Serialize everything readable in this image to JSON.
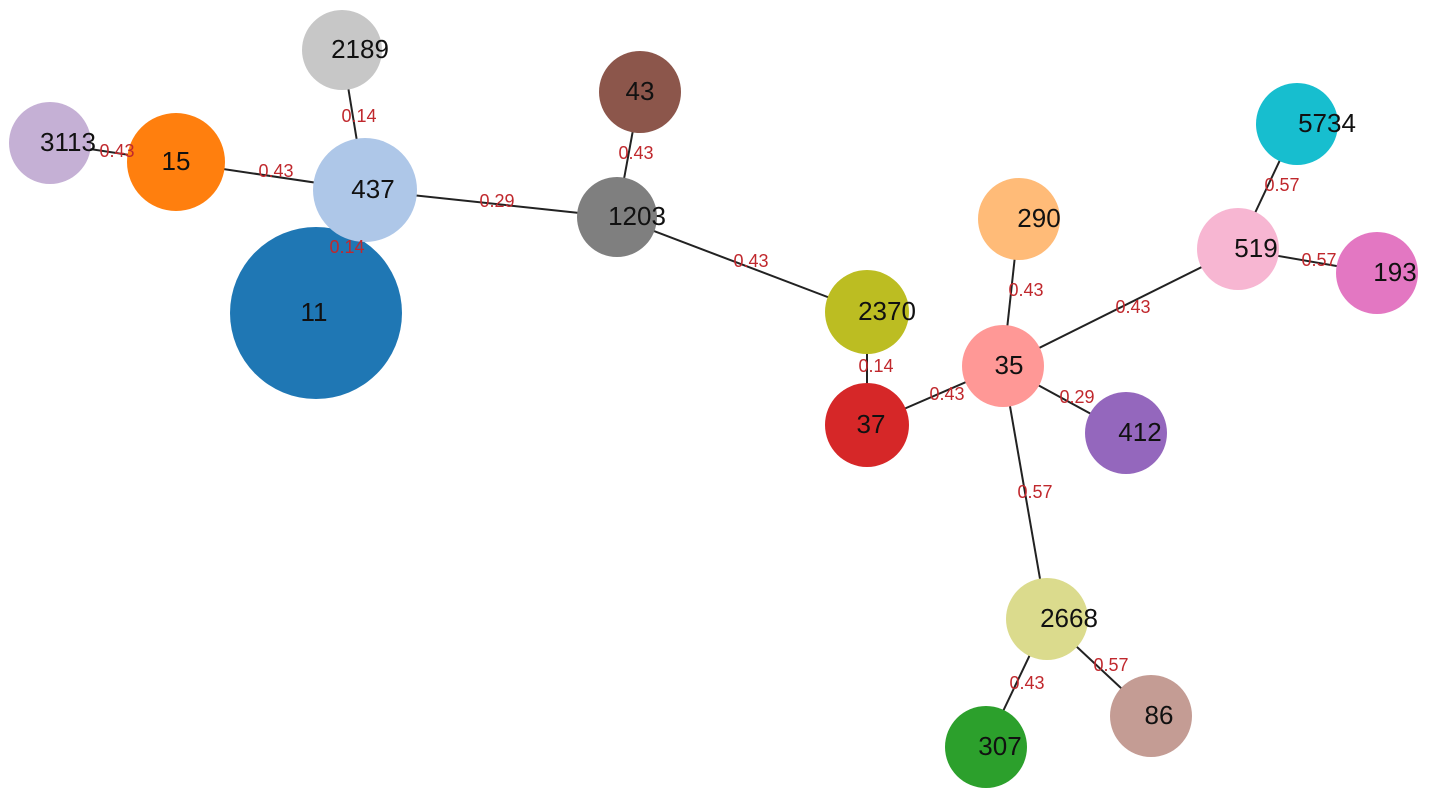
{
  "nodes": [
    {
      "id": "11",
      "label": "11",
      "color": "#1f77b4"
    },
    {
      "id": "437",
      "label": "437",
      "color": "#aec7e8"
    },
    {
      "id": "2189",
      "label": "2189",
      "color": "#c7c7c7"
    },
    {
      "id": "15",
      "label": "15",
      "color": "#ff7f0e"
    },
    {
      "id": "3113",
      "label": "3113",
      "color": "#c5b0d5"
    },
    {
      "id": "43",
      "label": "43",
      "color": "#8c564b"
    },
    {
      "id": "1203",
      "label": "1203",
      "color": "#7f7f7f"
    },
    {
      "id": "2370",
      "label": "2370",
      "color": "#bcbd22"
    },
    {
      "id": "37",
      "label": "37",
      "color": "#d62728"
    },
    {
      "id": "35",
      "label": "35",
      "color": "#ff9896"
    },
    {
      "id": "290",
      "label": "290",
      "color": "#ffbb78"
    },
    {
      "id": "412",
      "label": "412",
      "color": "#9467bd"
    },
    {
      "id": "519",
      "label": "519",
      "color": "#f7b6d2"
    },
    {
      "id": "5734",
      "label": "5734",
      "color": "#17becf"
    },
    {
      "id": "193",
      "label": "193",
      "color": "#e377c2"
    },
    {
      "id": "2668",
      "label": "2668",
      "color": "#dbdb8d"
    },
    {
      "id": "307",
      "label": "307",
      "color": "#2ca02c"
    },
    {
      "id": "86",
      "label": "86",
      "color": "#c49c94"
    }
  ],
  "edges": [
    {
      "source": "2189",
      "target": "437",
      "label": "0.14"
    },
    {
      "source": "3113",
      "target": "15",
      "label": "0.43"
    },
    {
      "source": "15",
      "target": "437",
      "label": "0.43"
    },
    {
      "source": "437",
      "target": "11",
      "label": "0.14"
    },
    {
      "source": "437",
      "target": "1203",
      "label": "0.29"
    },
    {
      "source": "43",
      "target": "1203",
      "label": "0.43"
    },
    {
      "source": "1203",
      "target": "2370",
      "label": "0.43"
    },
    {
      "source": "2370",
      "target": "37",
      "label": "0.14"
    },
    {
      "source": "37",
      "target": "35",
      "label": "0.43"
    },
    {
      "source": "290",
      "target": "35",
      "label": "0.43"
    },
    {
      "source": "35",
      "target": "519",
      "label": "0.43"
    },
    {
      "source": "35",
      "target": "412",
      "label": "0.29"
    },
    {
      "source": "35",
      "target": "2668",
      "label": "0.57"
    },
    {
      "source": "5734",
      "target": "519",
      "label": "0.57"
    },
    {
      "source": "519",
      "target": "193",
      "label": "0.57"
    },
    {
      "source": "2668",
      "target": "307",
      "label": "0.43"
    },
    {
      "source": "2668",
      "target": "86",
      "label": "0.57"
    }
  ]
}
